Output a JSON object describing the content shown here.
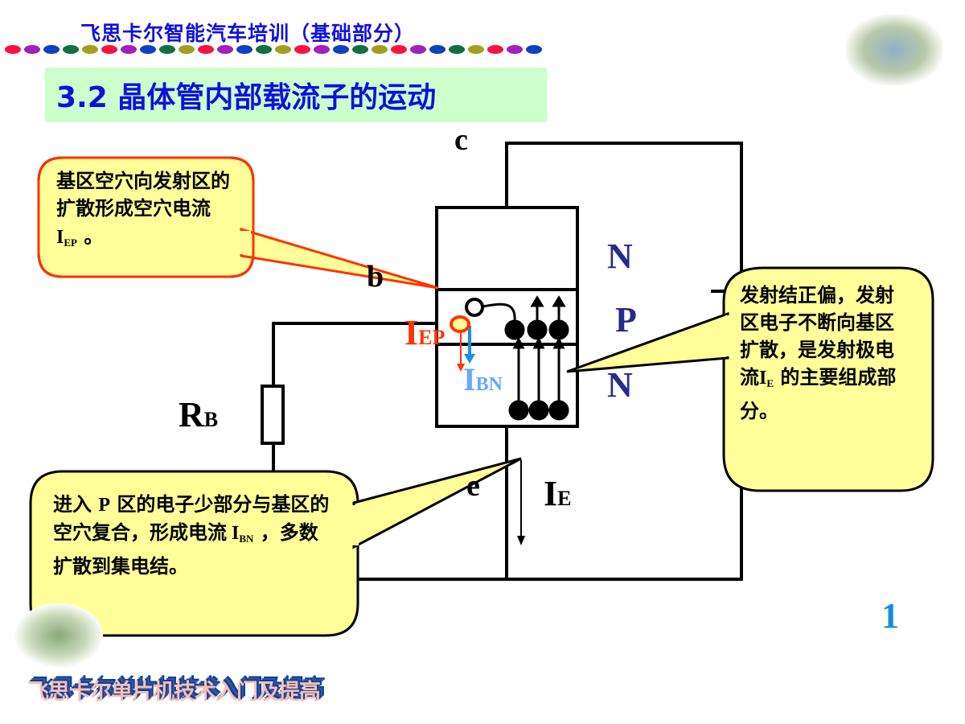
{
  "header": {
    "course_title": "飞思卡尔智能汽车培训（基础部分）"
  },
  "slide": {
    "title": "3.2  晶体管内部载流子的运动",
    "page_number": "1",
    "footer_logo_text": "飞思卡尔单片机技术入门及提高"
  },
  "diagram": {
    "terminal_c": "c",
    "terminal_b": "b",
    "terminal_e": "e",
    "region_top": "N",
    "region_mid": "P",
    "region_bottom": "N",
    "resistor": {
      "main": "R",
      "sub": "B"
    },
    "current_ie": {
      "main": "I",
      "sub": "E"
    },
    "current_iep": {
      "main": "I",
      "sub": "EP"
    },
    "current_ibn": {
      "main": "I",
      "sub": "BN"
    }
  },
  "callouts": {
    "hole_current": {
      "text": "基区空穴向发射区的扩散形成空穴电流",
      "sym": "I",
      "sub": "EP",
      "tail": "。"
    },
    "emitter": {
      "text": "发射结正偏，发射区电子不断向基区扩散，是发射极电流",
      "sym": "I",
      "sub": "E",
      "tail": "的主要组成部分。"
    },
    "recombination": {
      "text1": "进入",
      "sym1": "P",
      "text2": "区的电子少部分与基区的空穴复合，形成电流",
      "sym": "I",
      "sub": "BN",
      "tail": "，多数扩散到集电结。"
    }
  },
  "colors": {
    "accent_blue": "#1010e0",
    "callout_fill": "#ffff99",
    "iep_red": "#ff3300",
    "ibn_blue": "#66aaff",
    "region_label": "#2a2a8a"
  }
}
